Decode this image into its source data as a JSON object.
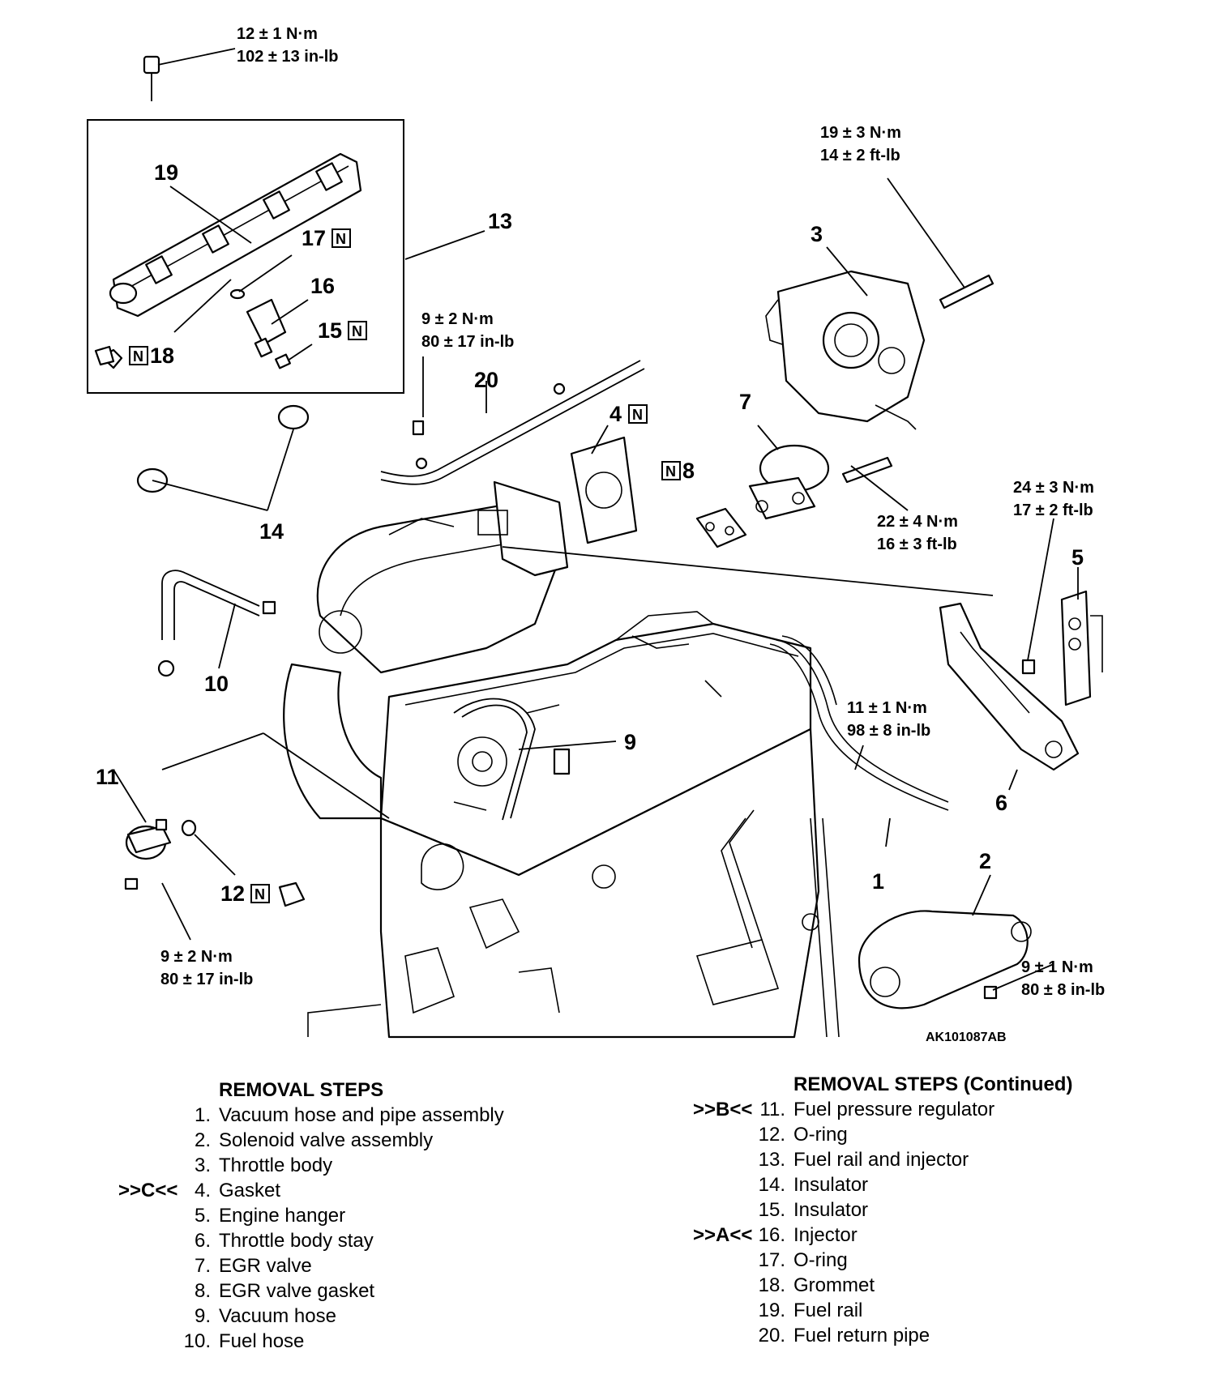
{
  "diagram": {
    "callouts": {
      "c1": "1",
      "c2": "2",
      "c3": "3",
      "c4": "4",
      "c5": "5",
      "c6": "6",
      "c7": "7",
      "c8": "8",
      "c9": "9",
      "c10": "10",
      "c11": "11",
      "c12": "12",
      "c13": "13",
      "c14": "14",
      "c15": "15",
      "c16": "16",
      "c17": "17",
      "c18": "18",
      "c19": "19",
      "c20": "20"
    },
    "new_part_symbol": "N",
    "torque": {
      "t_fuelrail_bolt": [
        "12 ± 1 N·m",
        "102 ± 13 in-lb"
      ],
      "t_throttle_bolt": [
        "19 ± 3 N·m",
        "14 ± 2 ft-lb"
      ],
      "t_return_pipe": [
        "9 ± 2 N·m",
        "80 ± 17 in-lb"
      ],
      "t_egr_bolt": [
        "22 ± 4 N·m",
        "16 ± 3 ft-lb"
      ],
      "t_stay_bolt": [
        "24 ± 3 N·m",
        "17 ± 2 ft-lb"
      ],
      "t_harness_bolt": [
        "11 ± 1 N·m",
        "98 ± 8 in-lb"
      ],
      "t_regulator_bolt": [
        "9 ± 2 N·m",
        "80 ± 17 in-lb"
      ],
      "t_solenoid_bolt": [
        "9 ± 1 N·m",
        "80 ± 8 in-lb"
      ]
    },
    "figure_ref": "AK101087AB"
  },
  "removal_steps": {
    "heading": "REMOVAL STEPS",
    "steps": [
      {
        "mark": "",
        "num": "1.",
        "text": "Vacuum hose and pipe assembly"
      },
      {
        "mark": "",
        "num": "2.",
        "text": "Solenoid valve assembly"
      },
      {
        "mark": "",
        "num": "3.",
        "text": "Throttle body"
      },
      {
        "mark": ">>C<<",
        "num": "4.",
        "text": "Gasket"
      },
      {
        "mark": "",
        "num": "5.",
        "text": "Engine hanger"
      },
      {
        "mark": "",
        "num": "6.",
        "text": "Throttle body stay"
      },
      {
        "mark": "",
        "num": "7.",
        "text": "EGR valve"
      },
      {
        "mark": "",
        "num": "8.",
        "text": "EGR valve gasket"
      },
      {
        "mark": "",
        "num": "9.",
        "text": "Vacuum hose"
      },
      {
        "mark": "",
        "num": "10.",
        "text": "Fuel hose"
      }
    ]
  },
  "removal_steps_continued": {
    "heading": "REMOVAL STEPS (Continued)",
    "steps": [
      {
        "mark": ">>B<<",
        "num": "11.",
        "text": "Fuel pressure regulator"
      },
      {
        "mark": "",
        "num": "12.",
        "text": "O-ring"
      },
      {
        "mark": "",
        "num": "13.",
        "text": "Fuel rail and injector"
      },
      {
        "mark": "",
        "num": "14.",
        "text": "Insulator"
      },
      {
        "mark": "",
        "num": "15.",
        "text": "Insulator"
      },
      {
        "mark": ">>A<<",
        "num": "16.",
        "text": "Injector"
      },
      {
        "mark": "",
        "num": "17.",
        "text": "O-ring"
      },
      {
        "mark": "",
        "num": "18.",
        "text": "Grommet"
      },
      {
        "mark": "",
        "num": "19.",
        "text": "Fuel rail"
      },
      {
        "mark": "",
        "num": "20.",
        "text": "Fuel return pipe"
      }
    ]
  }
}
